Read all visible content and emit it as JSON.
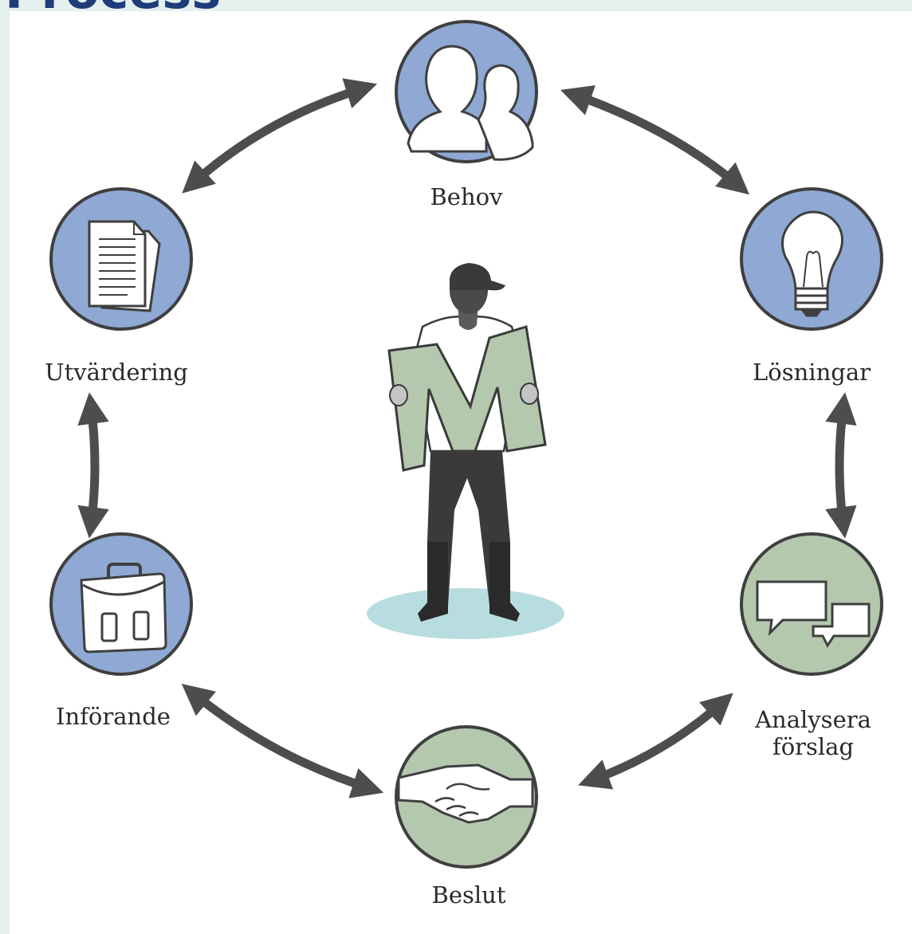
{
  "heading": "Process",
  "stages": [
    {
      "id": "behov",
      "label": "Behov",
      "icon": "people-icon",
      "color": "#8fa9d4"
    },
    {
      "id": "losningar",
      "label": "Lösningar",
      "icon": "lightbulb-icon",
      "color": "#8fa9d4"
    },
    {
      "id": "analysera",
      "label_line1": "Analysera",
      "label_line2": "förslag",
      "icon": "speech-bubbles-icon",
      "color": "#b4c8ae"
    },
    {
      "id": "beslut",
      "label": "Beslut",
      "icon": "handshake-icon",
      "color": "#b4c8ae"
    },
    {
      "id": "inforande",
      "label": "Införande",
      "icon": "briefcase-icon",
      "color": "#8fa9d4"
    },
    {
      "id": "utvardering",
      "label": "Utvärdering",
      "icon": "documents-icon",
      "color": "#8fa9d4"
    }
  ],
  "center": {
    "letter": "M",
    "icon": "person-holding-m-icon",
    "letter_color": "#b4c8ae",
    "floor_color": "#b8dde0"
  },
  "colors": {
    "arrow": "#4d4d4d",
    "circle_border": "#3f3f3f"
  }
}
